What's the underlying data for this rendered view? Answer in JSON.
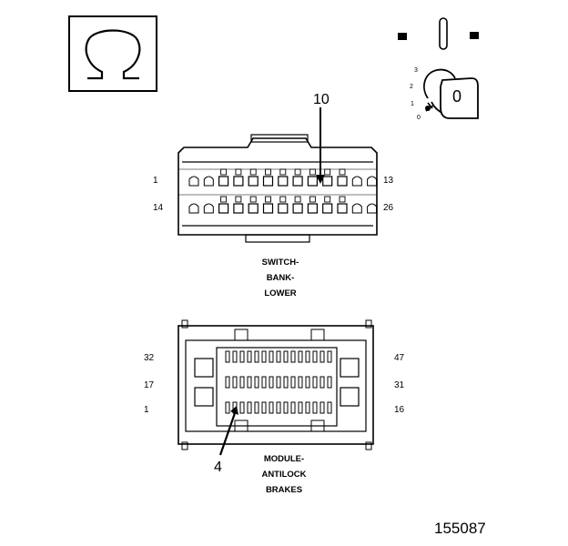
{
  "meter_symbol": "Ω",
  "ignition": {
    "positions": [
      "3",
      "2",
      "1",
      "0"
    ],
    "key_label": "0"
  },
  "upper_connector": {
    "callout": "10",
    "pin_left_top": "1",
    "pin_left_bottom": "14",
    "pin_right_top": "13",
    "pin_right_bottom": "26",
    "caption": [
      "SWITCH-",
      "BANK-",
      "LOWER"
    ]
  },
  "lower_connector": {
    "callout": "4",
    "pin_left_top": "32",
    "pin_left_mid": "17",
    "pin_left_bottom": "1",
    "pin_right_top": "47",
    "pin_right_mid": "31",
    "pin_right_bottom": "16",
    "caption": [
      "MODULE-",
      "ANTILOCK",
      "BRAKES"
    ]
  },
  "figure_number": "155087"
}
